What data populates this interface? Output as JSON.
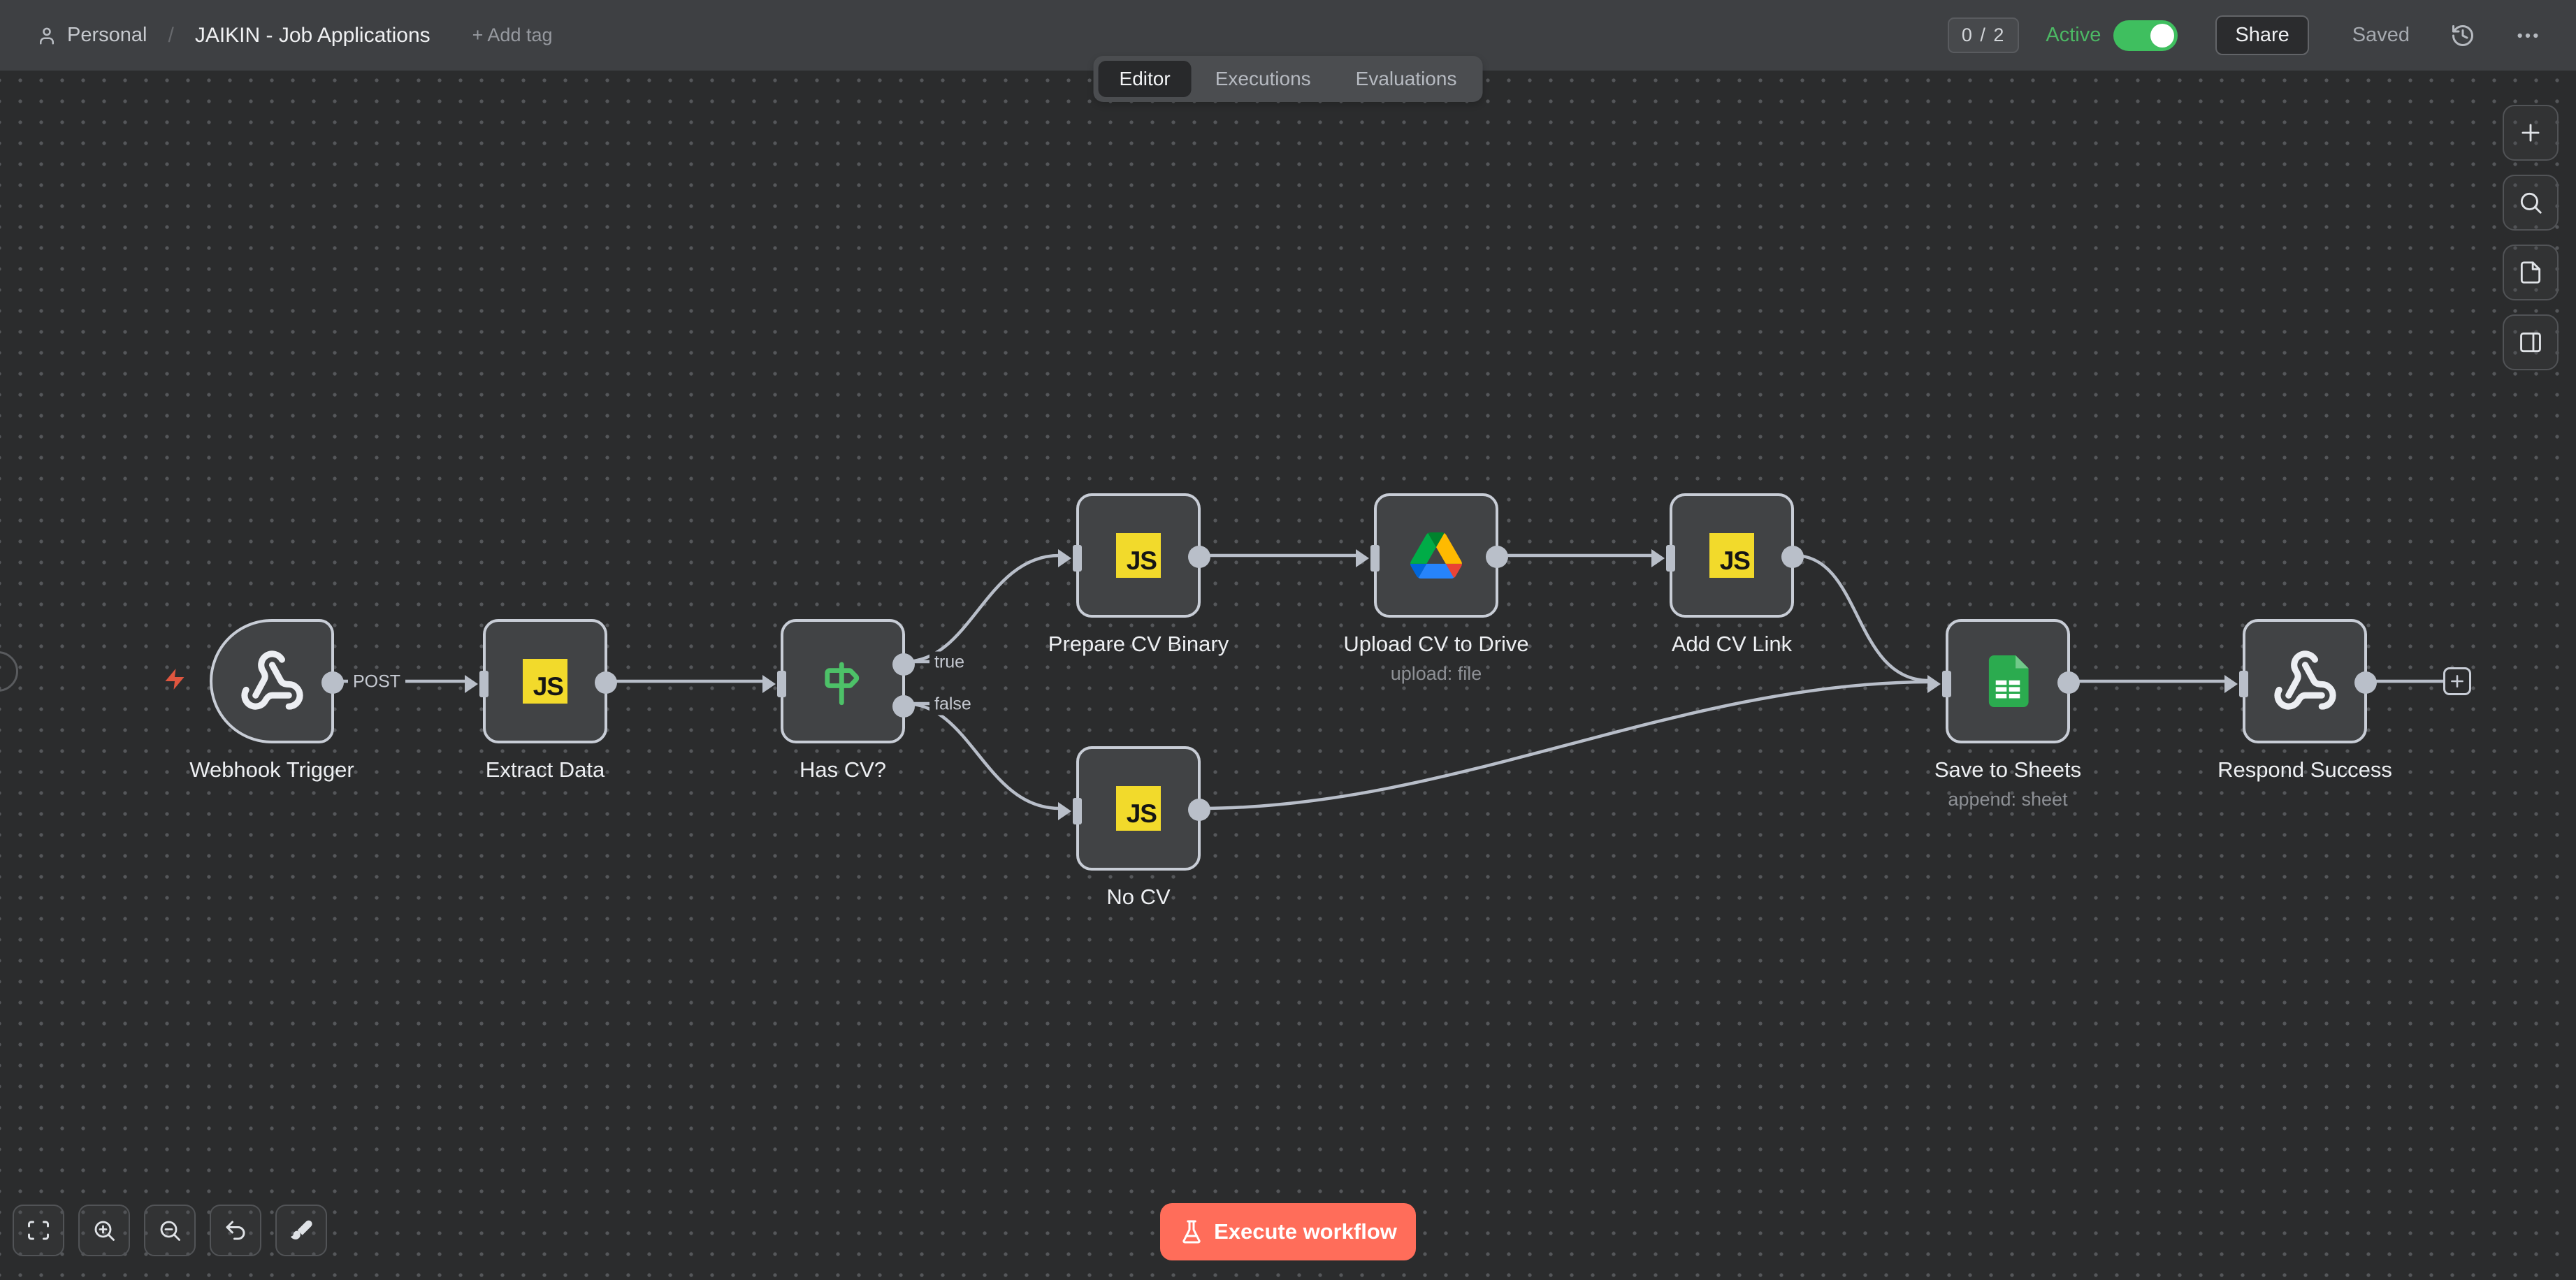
{
  "header": {
    "project": "Personal",
    "separator": "/",
    "workflow_title": "JAIKIN - Job Applications",
    "add_tag_label": "+ Add tag",
    "eval_badge": "0 / 2",
    "active_label": "Active",
    "active_state": "on",
    "share_label": "Share",
    "saved_label": "Saved"
  },
  "tabs": [
    {
      "label": "Editor",
      "active": true
    },
    {
      "label": "Executions",
      "active": false
    },
    {
      "label": "Evaluations",
      "active": false
    }
  ],
  "nodes": [
    {
      "label": "Webhook Trigger",
      "icon": "webhook",
      "type": "trigger"
    },
    {
      "label": "Extract Data",
      "icon": "js-code"
    },
    {
      "label": "Has CV?",
      "icon": "if-switch",
      "outputs": [
        "true",
        "false"
      ]
    },
    {
      "label": "Prepare CV Binary",
      "icon": "js-code"
    },
    {
      "label": "Upload CV to Drive",
      "subtitle": "upload: file",
      "icon": "google-drive"
    },
    {
      "label": "Add CV Link",
      "icon": "js-code"
    },
    {
      "label": "No CV",
      "icon": "js-code"
    },
    {
      "label": "Save to Sheets",
      "subtitle": "append: sheet",
      "icon": "google-sheets"
    },
    {
      "label": "Respond Success",
      "icon": "webhook"
    }
  ],
  "edge_labels": {
    "post": "POST",
    "true_label": "true",
    "false_label": "false"
  },
  "js_icon_text": "JS",
  "execute_button_label": "Execute workflow",
  "icons": {
    "header": [
      "user-icon",
      "history-icon",
      "ellipsis-icon"
    ],
    "right_toolbar": [
      "add-node-icon",
      "search-icon",
      "sticky-note-icon",
      "panel-right-icon"
    ],
    "bottom_toolbar": [
      "fit-view-icon",
      "zoom-in-icon",
      "zoom-out-icon",
      "undo-icon",
      "tidy-up-icon"
    ],
    "execute": "flask-icon",
    "trigger": "lightning-bolt-icon"
  },
  "colors": {
    "canvas_bg": "#2b2c2d",
    "header_bg": "#3e4043",
    "node_bg": "#414345",
    "node_border": "#c8cdd6",
    "edge": "#b8bec9",
    "active_green": "#3fbf5f",
    "execute_coral": "#ff6d5a",
    "js_yellow": "#f2da2b",
    "if_green": "#4dc168",
    "sheets_green": "#2bab4f",
    "bolt_red": "#e0563f"
  }
}
